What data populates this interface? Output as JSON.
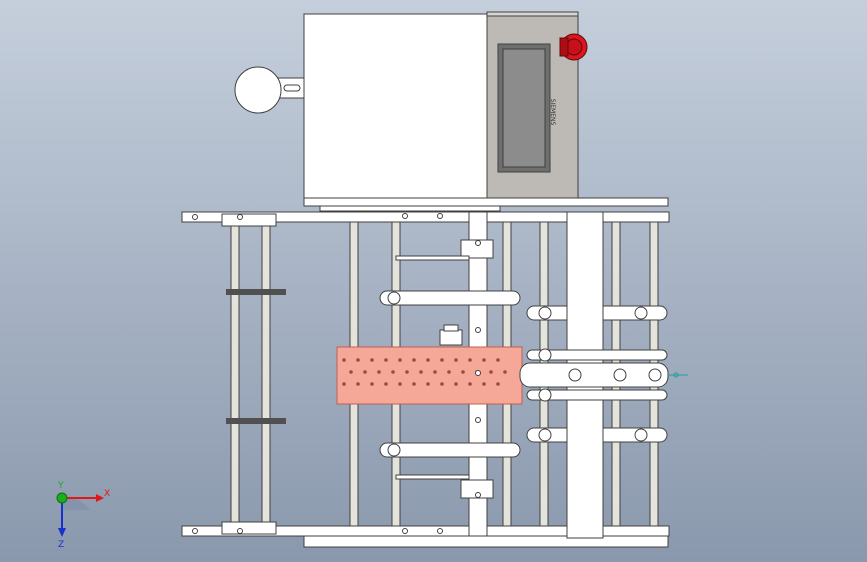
{
  "viewport": {
    "background_top": "#c5cfdc",
    "background_bottom": "#8a98ad"
  },
  "machine": {
    "display_label": "SIEMENS",
    "emergency_stop_color": "#e0141e",
    "part_fill": "#ffffff",
    "outline": "#404040",
    "screen_color": "#8c8c8c",
    "panel_color": "#bdbab5",
    "rod_color": "#e4e4dc",
    "highlight_color": "#f5a898",
    "slot_color": "#505050"
  },
  "triad": {
    "x_label": "X",
    "y_label": "Y",
    "z_label": "Z",
    "x_color": "#e01818",
    "y_color": "#18b018",
    "z_color": "#1830d0"
  }
}
